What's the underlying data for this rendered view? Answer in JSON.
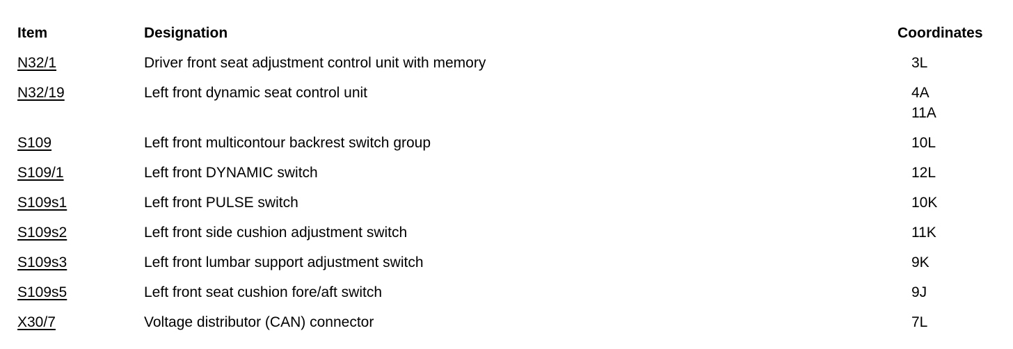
{
  "page": {
    "background_color": "#ffffff",
    "text_color": "#000000"
  },
  "table": {
    "headers": {
      "item": "Item",
      "designation": "Designation",
      "coordinates": "Coordinates"
    },
    "rows": [
      {
        "item": "N32/1",
        "designation": "Driver front seat adjustment control unit with memory",
        "coordinates": [
          "3L"
        ]
      },
      {
        "item": "N32/19",
        "designation": "Left front dynamic seat control unit",
        "coordinates": [
          "4A",
          "11A"
        ]
      },
      {
        "item": "S109",
        "designation": "Left front multicontour backrest switch group",
        "coordinates": [
          "10L"
        ]
      },
      {
        "item": "S109/1",
        "designation": "Left front DYNAMIC switch",
        "coordinates": [
          "12L"
        ]
      },
      {
        "item": "S109s1",
        "designation": "Left front PULSE switch",
        "coordinates": [
          "10K"
        ]
      },
      {
        "item": "S109s2",
        "designation": "Left front side cushion adjustment switch",
        "coordinates": [
          "11K"
        ]
      },
      {
        "item": "S109s3",
        "designation": "Left front lumbar support adjustment switch",
        "coordinates": [
          "9K"
        ]
      },
      {
        "item": "S109s5",
        "designation": "Left front seat cushion fore/aft switch",
        "coordinates": [
          "9J"
        ]
      },
      {
        "item": "X30/7",
        "designation": "Voltage distributor (CAN) connector",
        "coordinates": [
          "7L"
        ]
      }
    ]
  }
}
